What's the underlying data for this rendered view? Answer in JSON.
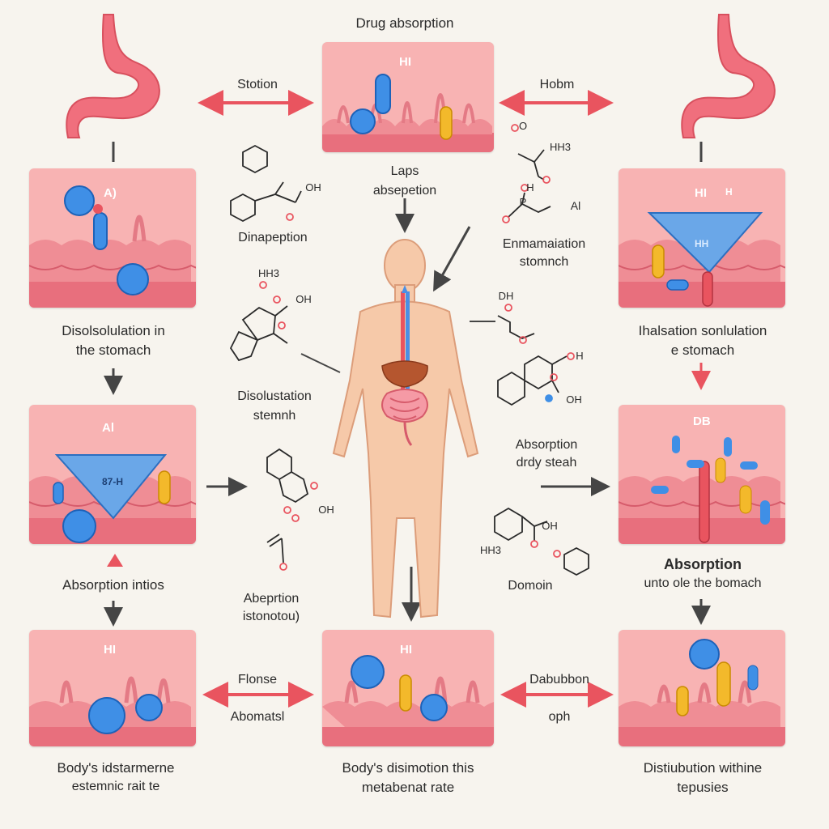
{
  "title": "Drug absorption",
  "arrow_labels": {
    "top_left": "Stotion",
    "top_right": "Hobm",
    "bottom_left_1": "Flonse",
    "bottom_left_2": "Abomatsl",
    "bottom_right_1": "Dabubbon",
    "bottom_right_2": "oph"
  },
  "panels": {
    "top_center": {
      "tag": "HI"
    },
    "left_1": {
      "tag": "A)",
      "caption_1": "Disolsolulation in",
      "caption_2": "the stomach"
    },
    "right_1": {
      "tag": "HI",
      "tag2": "H",
      "funnel_text": "HH",
      "caption_1": "Ihalsation sonlulation",
      "caption_2": "e stomach"
    },
    "left_2": {
      "tag": "Al",
      "funnel_text": "87-H",
      "caption_1": "Absorption intios"
    },
    "right_2": {
      "tag": "DB",
      "caption_1": "Absorption",
      "caption_2": "unto ole the bomach"
    },
    "bottom_left": {
      "tag": "HI",
      "caption_1": "Body's idstarmerne",
      "caption_2": "estemnic rait te"
    },
    "bottom_center": {
      "tag": "HI",
      "caption_1": "Body's disimotion  this",
      "caption_2": "metabenat rate"
    },
    "bottom_right": {
      "caption_1": "Distiubution withine",
      "caption_2": "tepusies"
    }
  },
  "center_labels": {
    "laps_1": "Laps",
    "laps_2": "absepetion",
    "dinapeption": "Dinapeption",
    "emmamiation_1": "Enmamaiation",
    "emmamiation_2": "stomnch",
    "disolution_1": "Disolustation",
    "disolution_2": "stemnh",
    "absorption_dry_1": "Absorption",
    "absorption_dry_2": "drdy steah",
    "domoin": "Domoin",
    "abeprtion_1": "Abeprtion",
    "abeprtion_2": "istonotou)"
  },
  "molecule_labels": {
    "m1_oh": "OH",
    "m2_h3": "HH3",
    "m2_o": "O",
    "m3_p": "P",
    "m3_al": "Al",
    "m3_h": "H",
    "m4_h3": "HH3",
    "m4_oh": "OH",
    "m5_dh": "DH",
    "m6_h": "H",
    "m6_oh": "OH",
    "m7_oh": "OH",
    "m8_oh": "OH",
    "m8_hh": "HH3"
  },
  "colors": {
    "panel_bg": "#f7a9ab",
    "tissue": "#ef8d95",
    "tissue_dark": "#d65b6b",
    "arrow_red": "#e9545f",
    "arrow_dark": "#454545",
    "pill_blue": "#3f8fe6",
    "pill_yellow": "#f3b92b",
    "skin": "#f6c9a9"
  }
}
